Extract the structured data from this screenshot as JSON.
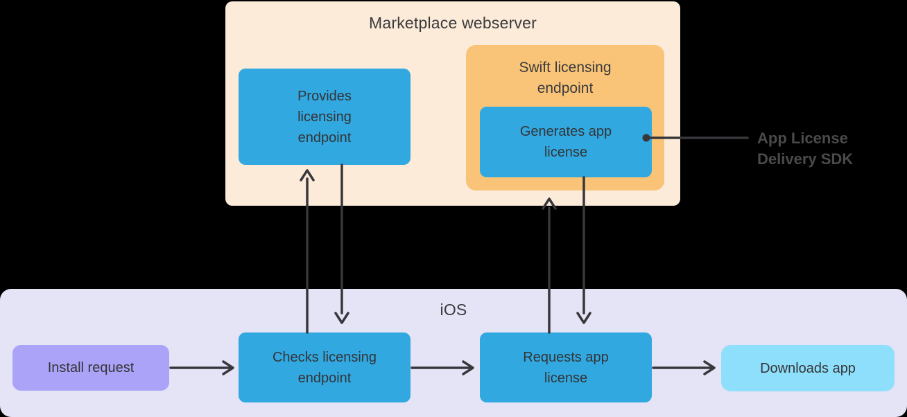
{
  "colors": {
    "background": "#000000",
    "marketplace_bg": "#FCEBD9",
    "swift_bg": "#F9C478",
    "node_blue": "#31A8E0",
    "ios_bg": "#E5E3F6",
    "install_bg": "#ABA3F7",
    "downloads_bg": "#8EDFFB",
    "text": "#3A3A3C",
    "sdk_text": "#4A4A4C",
    "arrow": "#38373B"
  },
  "marketplace": {
    "title": "Marketplace webserver",
    "provides_box": "Provides licensing endpoint",
    "swift_endpoint": {
      "title": "Swift licensing endpoint",
      "generates_box": "Generates app license"
    }
  },
  "sdk_callout": "App License Delivery SDK",
  "ios": {
    "title": "iOS",
    "install_box": "Install request",
    "checks_box": "Checks licensing endpoint",
    "requests_box": "Requests app license",
    "downloads_box": "Downloads app"
  }
}
